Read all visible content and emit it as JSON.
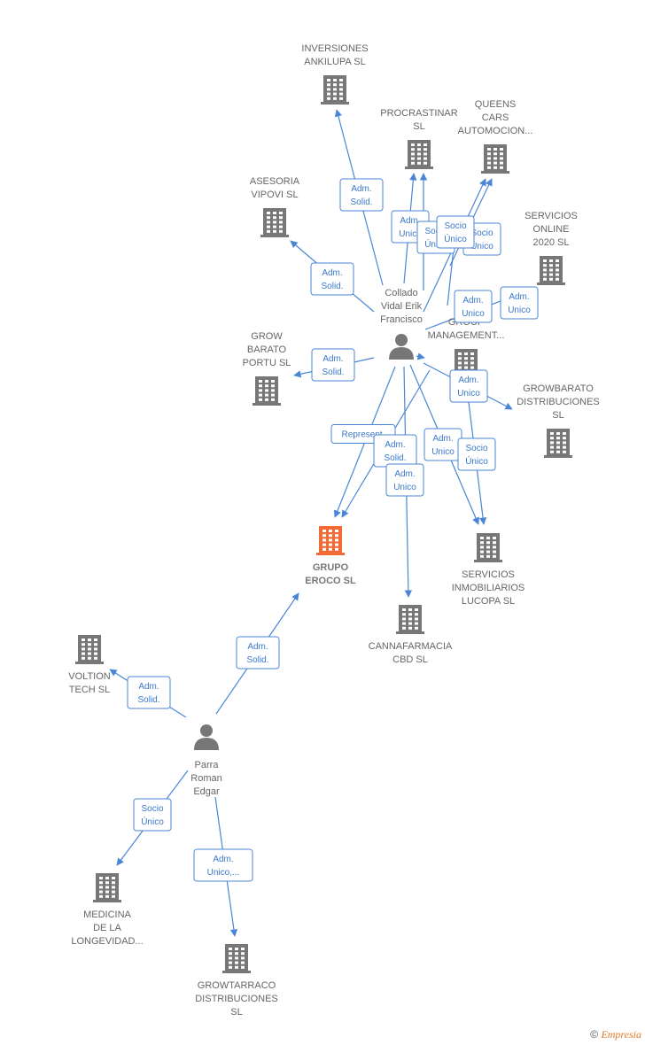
{
  "colors": {
    "edge": "#4a86d6",
    "company_icon": "#777777",
    "main_company_icon": "#f26a36",
    "person_icon": "#777777",
    "label": "#666666"
  },
  "nodes": [
    {
      "id": "inversiones",
      "type": "company",
      "lines": [
        "INVERSIONES",
        "ANKILUPA  SL"
      ]
    },
    {
      "id": "procrastinar",
      "type": "company",
      "lines": [
        "PROCRASTINAR",
        "SL"
      ]
    },
    {
      "id": "queens",
      "type": "company",
      "lines": [
        "QUEENS",
        "CARS",
        "AUTOMOCION..."
      ]
    },
    {
      "id": "asesoria",
      "type": "company",
      "lines": [
        "ASESORIA",
        "VIPOVI  SL"
      ]
    },
    {
      "id": "servicios_online",
      "type": "company",
      "lines": [
        "SERVICIOS",
        "ONLINE",
        "2020  SL"
      ]
    },
    {
      "id": "collado",
      "type": "person",
      "lines": [
        "Collado",
        "Vidal Erik",
        "Francisco"
      ]
    },
    {
      "id": "group_mgmt",
      "type": "company",
      "lines": [
        "EI",
        "GROUP",
        "MANAGEMENT..."
      ]
    },
    {
      "id": "grow_barato",
      "type": "company",
      "lines": [
        "GROW",
        "BARATO",
        "PORTU  SL"
      ]
    },
    {
      "id": "growbarato_dist",
      "type": "company",
      "lines": [
        "GROWBARATO",
        "DISTRIBUCIONES",
        "SL"
      ]
    },
    {
      "id": "grupo_eroco",
      "type": "main",
      "lines": [
        "GRUPO",
        "EROCO  SL"
      ]
    },
    {
      "id": "servicios_inmob",
      "type": "company",
      "lines": [
        "SERVICIOS",
        "INMOBILIARIOS",
        "LUCOPA  SL"
      ]
    },
    {
      "id": "cannafarmacia",
      "type": "company",
      "lines": [
        "CANNAFARMACIA",
        "CBD  SL"
      ]
    },
    {
      "id": "voltion",
      "type": "company",
      "lines": [
        "VOLTION",
        "TECH  SL"
      ]
    },
    {
      "id": "parra",
      "type": "person",
      "lines": [
        "Parra",
        "Roman",
        "Edgar"
      ]
    },
    {
      "id": "medicina",
      "type": "company",
      "lines": [
        "MEDICINA",
        "DE LA",
        "LONGEVIDAD..."
      ]
    },
    {
      "id": "growtarraco",
      "type": "company",
      "lines": [
        "GROWTARRACO",
        "DISTRIBUCIONES",
        "SL"
      ]
    }
  ],
  "edges": [
    {
      "from": "collado",
      "to": "inversiones",
      "label": [
        "Adm.",
        "Solid."
      ]
    },
    {
      "from": "collado",
      "to": "asesoria",
      "label": [
        "Adm.",
        "Solid."
      ]
    },
    {
      "from": "collado",
      "to": "procrastinar",
      "label": [
        "Adm.",
        "Unico"
      ]
    },
    {
      "from": "group_mgmt",
      "to": "procrastinar",
      "label": [
        "Socio",
        "Único"
      ]
    },
    {
      "from": "collado",
      "to": "queens",
      "label": [
        "Adm.",
        "Unico"
      ]
    },
    {
      "from": "group_mgmt",
      "to": "queens",
      "label": [
        "Socio",
        "Único"
      ]
    },
    {
      "from": "collado",
      "to": "servicios_online",
      "label": [
        "Adm.",
        "Unico"
      ]
    },
    {
      "from": "group_mgmt",
      "to": "servicios_online",
      "label": [
        "Socio",
        "Único"
      ]
    },
    {
      "from": "collado",
      "to": "grow_barato",
      "label": [
        "Adm.",
        "Solid."
      ]
    },
    {
      "from": "collado",
      "to": "group_mgmt",
      "label": []
    },
    {
      "from": "collado",
      "to": "growbarato_dist",
      "label": [
        "Adm.",
        "Unico"
      ]
    },
    {
      "from": "collado",
      "to": "grupo_eroco",
      "label": [
        "Represent."
      ]
    },
    {
      "from": "collado",
      "to": "grupo_eroco",
      "label": [
        "Adm.",
        "Solid."
      ]
    },
    {
      "from": "collado",
      "to": "cannafarmacia",
      "label": [
        "Adm.",
        "Unico"
      ]
    },
    {
      "from": "collado",
      "to": "servicios_inmob",
      "label": [
        "Adm.",
        "Unico"
      ]
    },
    {
      "from": "group_mgmt",
      "to": "servicios_inmob",
      "label": [
        "Socio",
        "Único"
      ]
    },
    {
      "from": "parra",
      "to": "grupo_eroco",
      "label": [
        "Adm.",
        "Solid."
      ]
    },
    {
      "from": "parra",
      "to": "voltion",
      "label": [
        "Adm.",
        "Solid."
      ]
    },
    {
      "from": "parra",
      "to": "medicina",
      "label": [
        "Socio",
        "Único"
      ]
    },
    {
      "from": "parra",
      "to": "growtarraco",
      "label": [
        "Adm.",
        "Unico,..."
      ]
    }
  ],
  "watermark": {
    "copyright": "©",
    "brand": "Empresia"
  }
}
